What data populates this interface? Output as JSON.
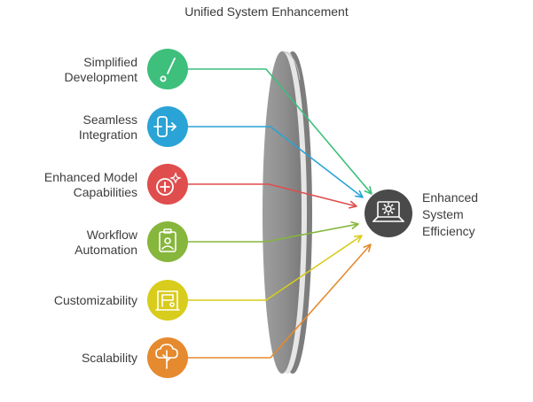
{
  "title": "Unified System Enhancement",
  "items": [
    {
      "label": "Simplified\nDevelopment",
      "color": "#3ebf7c",
      "icon": "pencil-icon"
    },
    {
      "label": "Seamless\nIntegration",
      "color": "#2aa3d6",
      "icon": "integration-icon"
    },
    {
      "label": "Enhanced Model\nCapabilities",
      "color": "#e04d4d",
      "icon": "sparkle-plus-icon"
    },
    {
      "label": "Workflow\nAutomation",
      "color": "#86b63c",
      "icon": "robot-badge-icon"
    },
    {
      "label": "Customizability",
      "color": "#d8cc1c",
      "icon": "sewing-machine-icon"
    },
    {
      "label": "Scalability",
      "color": "#e58a2e",
      "icon": "cloud-tree-icon"
    }
  ],
  "result": {
    "label": "Enhanced\nSystem\nEfficiency",
    "color": "#4a4a4a",
    "icon": "laptop-gear-icon"
  }
}
